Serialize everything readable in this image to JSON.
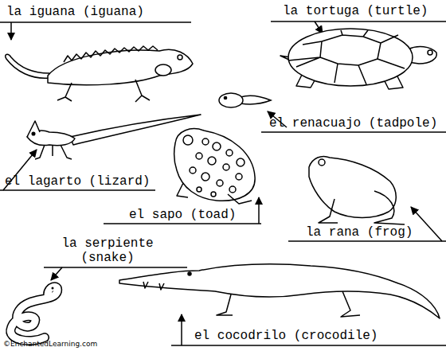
{
  "diagram": {
    "labels": [
      "la iguana (iguana)",
      "la tortuga (turtle)",
      "el renacuajo (tadpole)",
      "el lagarto (lizard)",
      "el sapo (toad)",
      "la rana (frog)",
      "la serpiente (snake)",
      "el cocodrilo (crocodile)",
      "©EnchantedLearning.com"
    ]
  }
}
